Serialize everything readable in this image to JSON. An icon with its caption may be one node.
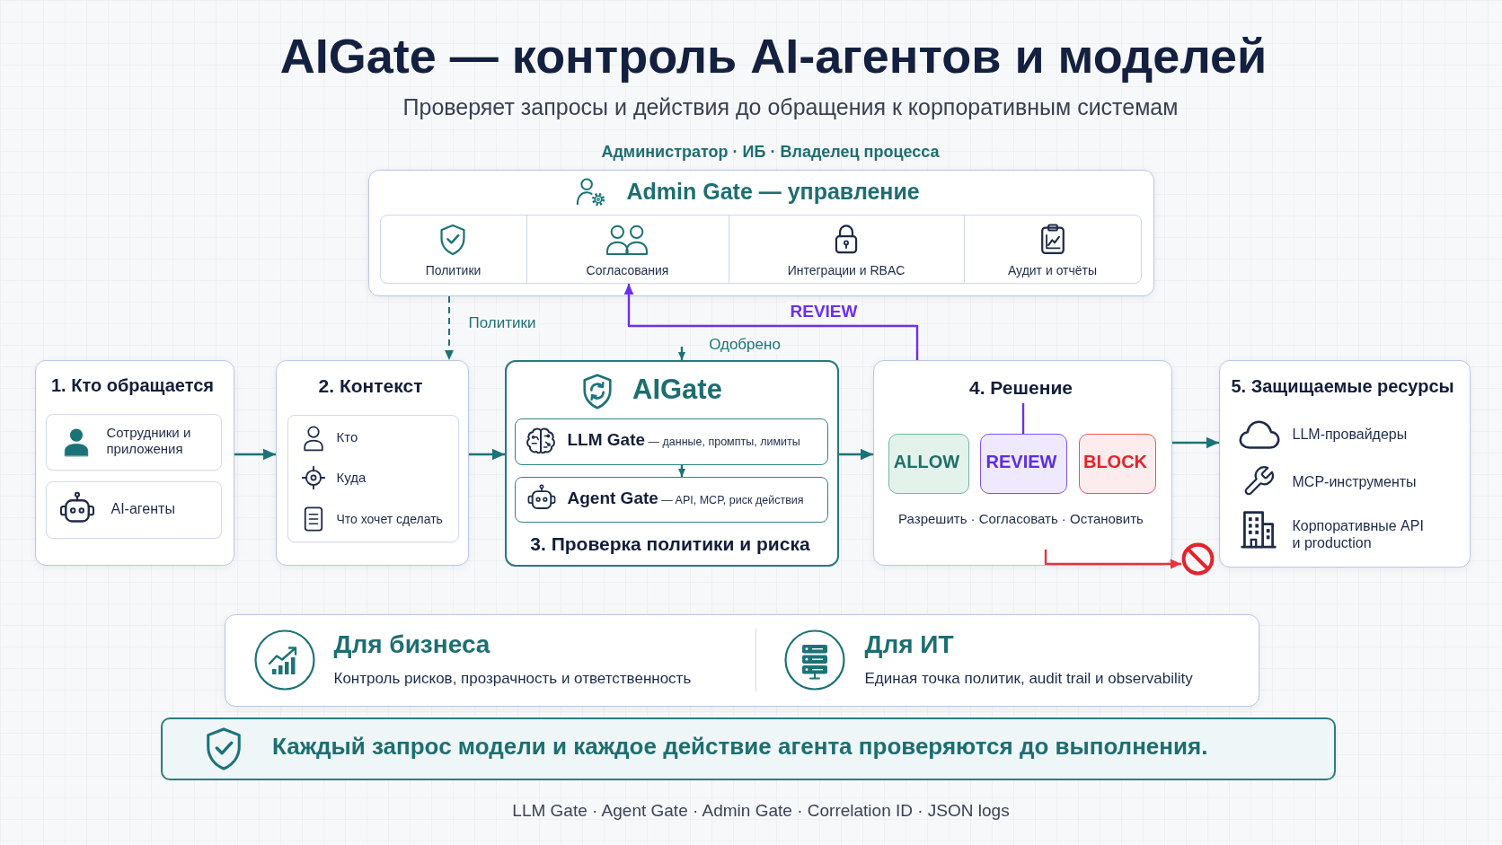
{
  "diagram": {
    "title": "AIGate — контроль AI-агентов и моделей",
    "nodes": [
      {
        "text": [
          "Admin Gate — управление"
        ],
        "beside": [
          "Администратор · ИБ · Владелец процесса"
        ]
      },
      {
        "text": [
          "Политики"
        ],
        "in": 0
      },
      {
        "text": [
          "Согласования"
        ],
        "in": 0
      },
      {
        "text": [
          "Интеграции и RBAC"
        ],
        "in": 0
      },
      {
        "text": [
          "Аудит и отчёты"
        ],
        "in": 0
      },
      {
        "text": [
          "1. Кто обращается"
        ]
      },
      {
        "text": [
          "Сотрудники и приложения"
        ],
        "in": 5
      },
      {
        "text": [
          "AI-агенты"
        ],
        "in": 5
      },
      {
        "text": [
          "2. Контекст"
        ]
      },
      {
        "text": [
          "Кто",
          "Куда",
          "Что хочет сделать"
        ],
        "in": 8
      },
      {
        "text": [
          "AIGate",
          "3. Проверка политики и риска"
        ]
      },
      {
        "text": [
          "**LLM Gate** — данные, промпты, лимиты"
        ],
        "in": 10
      },
      {
        "text": [
          "**Agent Gate** — API, MCP, риск действия"
        ],
        "in": 10
      },
      {
        "text": [
          "4. Решение",
          "Разрешить · Согласовать · Остановить"
        ]
      },
      {
        "text": [
          "ALLOW"
        ],
        "in": 13
      },
      {
        "text": [
          "REVIEW"
        ],
        "in": 13
      },
      {
        "text": [
          "BLOCK"
        ],
        "in": 13
      },
      {
        "text": [
          "5. Защищаемые ресурсы",
          "LLM-провайдеры",
          "MCP-инструменты",
          "Корпоративные API и production"
        ]
      },
      {
        "text": [],
        "shape": "circle"
      },
      {
        "text": [
          "Для бизнеса",
          "Контроль рисков, прозрачность и ответственность",
          "Для ИТ",
          "Единая точка политик, audit trail и observability"
        ]
      },
      {
        "text": [
          "Каждый запрос модели и каждое действие агента проверяются до выполнения."
        ]
      }
    ],
    "edges": [
      {
        "from": 0,
        "to": 8,
        "arrow": "to",
        "label": "Политики",
        "style": "dashed"
      },
      {
        "from": 5,
        "to": 8,
        "arrow": "to"
      },
      {
        "from": 8,
        "to": 10,
        "arrow": "to"
      },
      {
        "from": 10,
        "to": 13,
        "arrow": "to"
      },
      {
        "from": 13,
        "to": 17,
        "arrow": "to"
      },
      {
        "from": 11,
        "to": 12,
        "arrow": "to"
      },
      {
        "from": null,
        "to": 10,
        "arrow": "to",
        "label": "Одобрено"
      },
      {
        "from": 13,
        "to": 2,
        "arrow": "to",
        "label": "REVIEW",
        "color": "#6b2ff0"
      },
      {
        "from": 15,
        "to": null,
        "arrow": "none",
        "color": "#6b2ff0"
      },
      {
        "from": 13,
        "to": 18,
        "arrow": "to",
        "color": "#e8323c"
      }
    ],
    "labels": [
      "Проверяет запросы и действия до обращения к корпоративным системам",
      "LLM Gate · Agent Gate · Admin Gate · Correlation ID · JSON logs"
    ]
  }
}
